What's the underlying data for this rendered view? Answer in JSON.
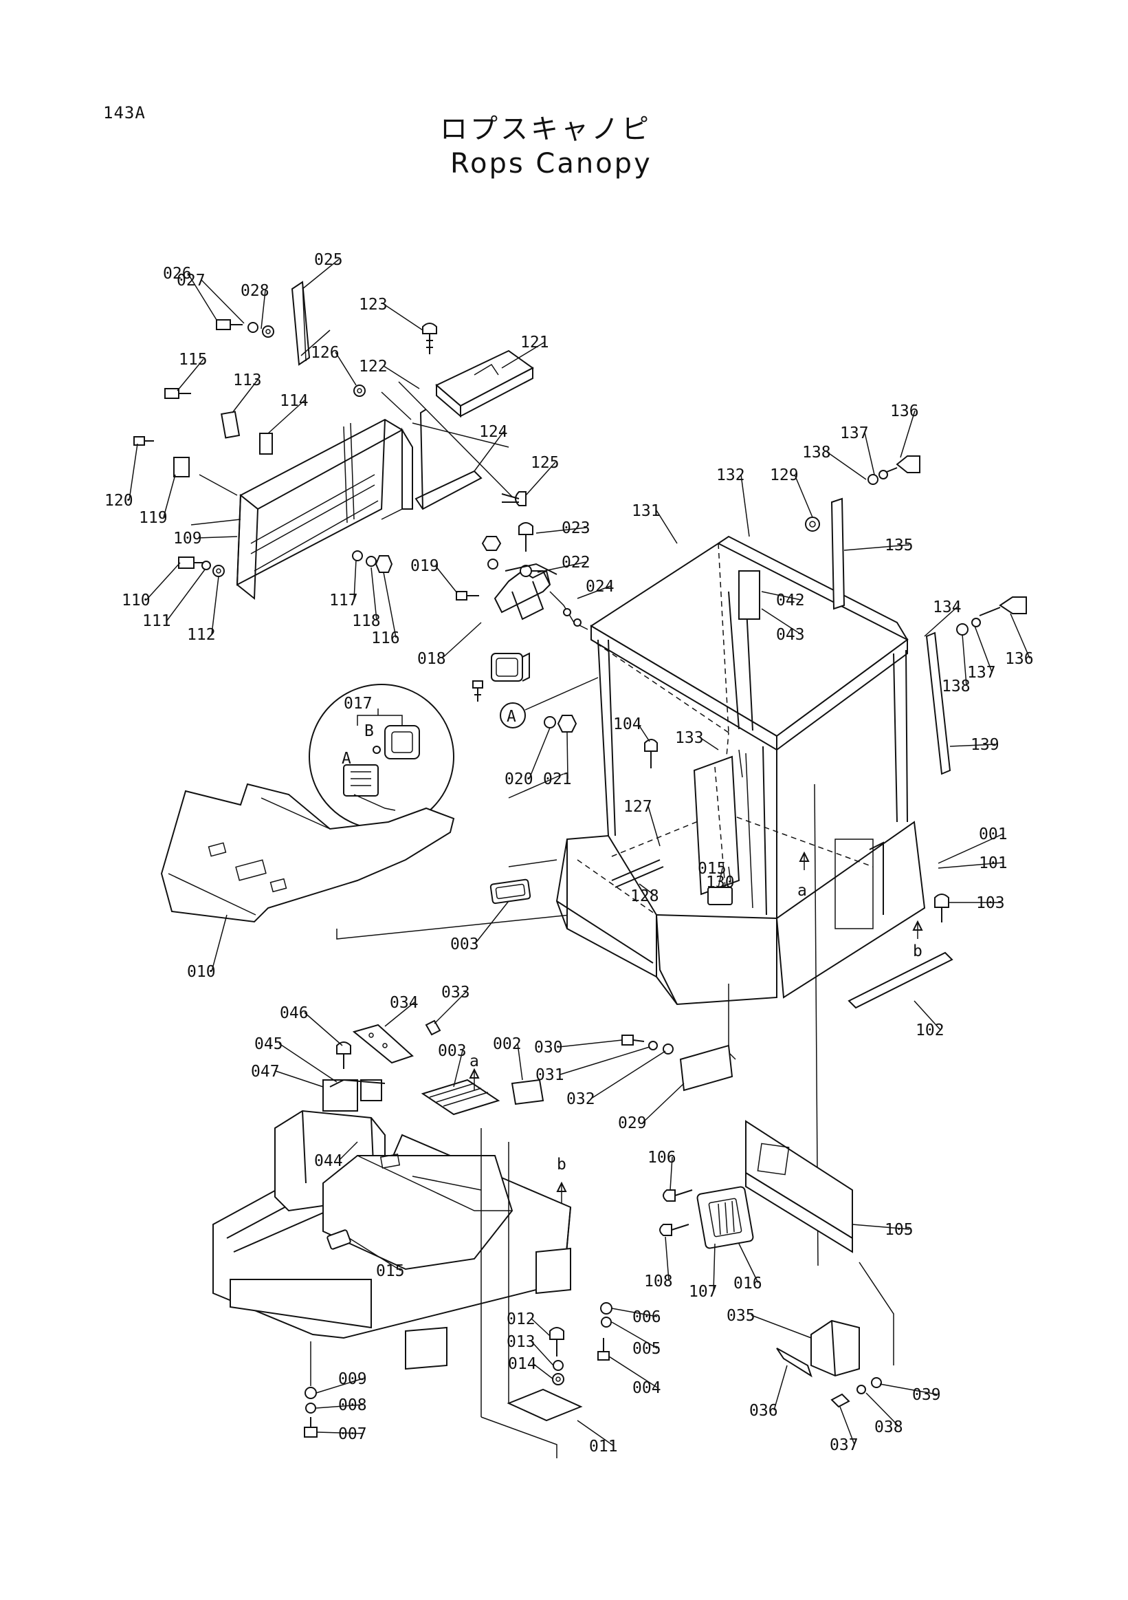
{
  "header": {
    "page_id": "143A",
    "title_jp": "ロプスキャノピ",
    "title_en": "Rops Canopy"
  },
  "detail": {
    "ref": "A",
    "part": "017",
    "label_a": "A",
    "label_b": "B",
    "label_a2": "A"
  },
  "arrow_labels": {
    "a1": "a",
    "a2": "a",
    "b1": "b",
    "b2": "b"
  },
  "callouts": [
    {
      "id": "026"
    },
    {
      "id": "027"
    },
    {
      "id": "028"
    },
    {
      "id": "025"
    },
    {
      "id": "123"
    },
    {
      "id": "121"
    },
    {
      "id": "126"
    },
    {
      "id": "122"
    },
    {
      "id": "115"
    },
    {
      "id": "113"
    },
    {
      "id": "114"
    },
    {
      "id": "124"
    },
    {
      "id": "125"
    },
    {
      "id": "120"
    },
    {
      "id": "119"
    },
    {
      "id": "109"
    },
    {
      "id": "110"
    },
    {
      "id": "111"
    },
    {
      "id": "112"
    },
    {
      "id": "117"
    },
    {
      "id": "118"
    },
    {
      "id": "116"
    },
    {
      "id": "023"
    },
    {
      "id": "022"
    },
    {
      "id": "024"
    },
    {
      "id": "019"
    },
    {
      "id": "018"
    },
    {
      "id": "020"
    },
    {
      "id": "021"
    },
    {
      "id": "132"
    },
    {
      "id": "129"
    },
    {
      "id": "136"
    },
    {
      "id": "137"
    },
    {
      "id": "138"
    },
    {
      "id": "131"
    },
    {
      "id": "135"
    },
    {
      "id": "042"
    },
    {
      "id": "043"
    },
    {
      "id": "134"
    },
    {
      "id": "136"
    },
    {
      "id": "137"
    },
    {
      "id": "138"
    },
    {
      "id": "139"
    },
    {
      "id": "104"
    },
    {
      "id": "133"
    },
    {
      "id": "127"
    },
    {
      "id": "128"
    },
    {
      "id": "015"
    },
    {
      "id": "130"
    },
    {
      "id": "001"
    },
    {
      "id": "101"
    },
    {
      "id": "103"
    },
    {
      "id": "102"
    },
    {
      "id": "003"
    },
    {
      "id": "010"
    },
    {
      "id": "046"
    },
    {
      "id": "034"
    },
    {
      "id": "033"
    },
    {
      "id": "045"
    },
    {
      "id": "047"
    },
    {
      "id": "003"
    },
    {
      "id": "002"
    },
    {
      "id": "030"
    },
    {
      "id": "031"
    },
    {
      "id": "032"
    },
    {
      "id": "029"
    },
    {
      "id": "044"
    },
    {
      "id": "015"
    },
    {
      "id": "106"
    },
    {
      "id": "105"
    },
    {
      "id": "108"
    },
    {
      "id": "107"
    },
    {
      "id": "016"
    },
    {
      "id": "012"
    },
    {
      "id": "013"
    },
    {
      "id": "014"
    },
    {
      "id": "006"
    },
    {
      "id": "005"
    },
    {
      "id": "004"
    },
    {
      "id": "035"
    },
    {
      "id": "036"
    },
    {
      "id": "037"
    },
    {
      "id": "038"
    },
    {
      "id": "039"
    },
    {
      "id": "009"
    },
    {
      "id": "008"
    },
    {
      "id": "007"
    },
    {
      "id": "011"
    }
  ]
}
